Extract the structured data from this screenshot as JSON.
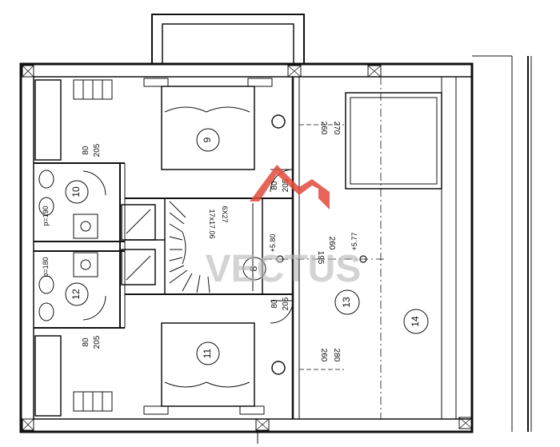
{
  "watermark": {
    "text": "VECTUS",
    "color": "#e24a3b",
    "text_color": "#b9b9b9"
  },
  "rooms": [
    {
      "id": "room-9",
      "label": "9"
    },
    {
      "id": "room-10",
      "label": "10"
    },
    {
      "id": "room-8",
      "label": "8"
    },
    {
      "id": "room-12",
      "label": "12"
    },
    {
      "id": "room-11",
      "label": "11"
    },
    {
      "id": "room-13",
      "label": "13"
    },
    {
      "id": "room-14",
      "label": "14"
    }
  ],
  "dimensions": {
    "door_80": "80",
    "door_205": "205",
    "win_270": "270",
    "win_260": "260",
    "win_280": "280",
    "win_195": "195",
    "p190": "p=190",
    "p180": "p=180",
    "level_580": "+5.80",
    "level_577": "+5.77",
    "stair_steps": "17x17.06",
    "stair_size": "6X27"
  }
}
